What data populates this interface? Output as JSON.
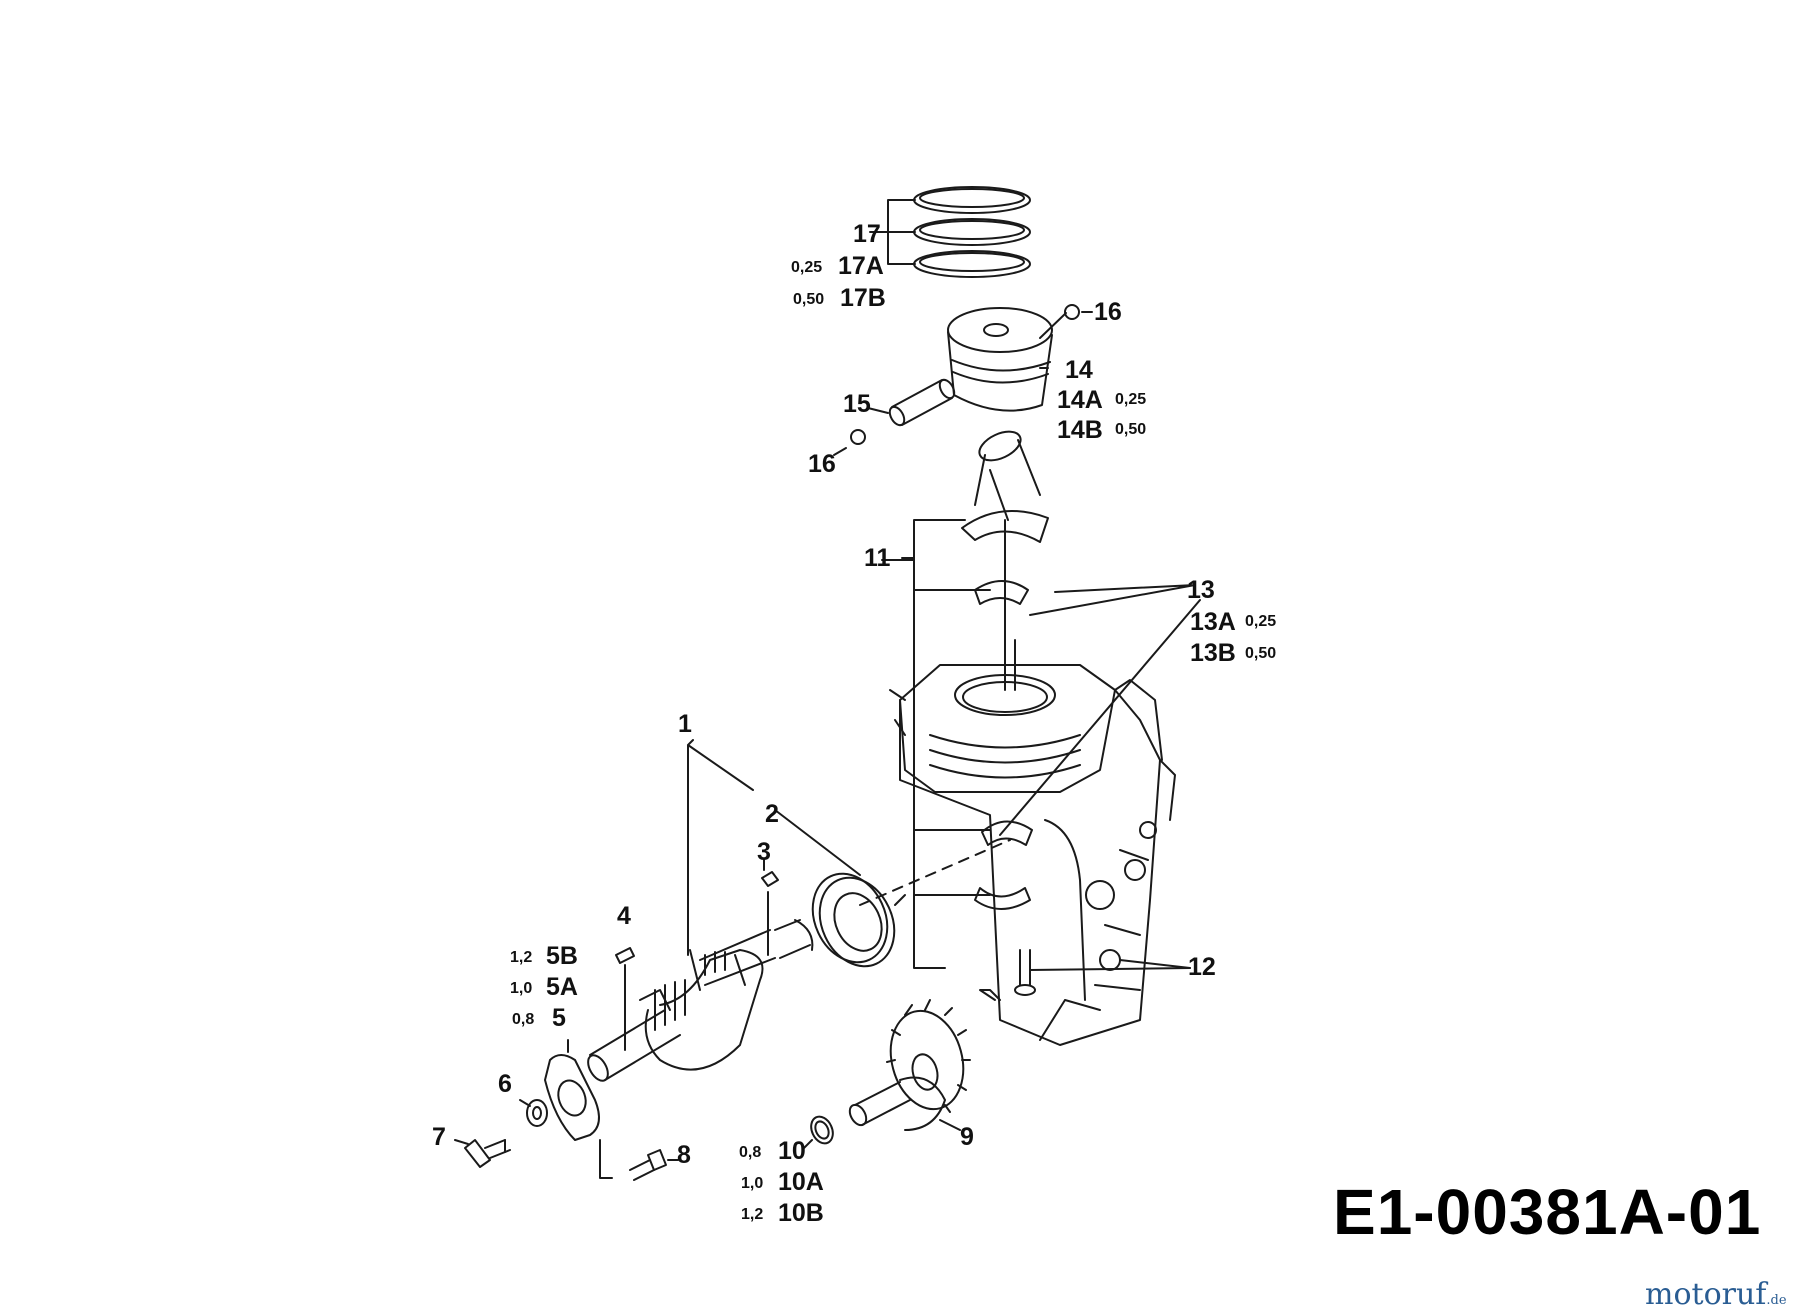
{
  "diagram": {
    "code": "E1-00381A-01",
    "watermark": {
      "name": "motoruf",
      "tld": ".de"
    },
    "labels": {
      "p1": "1",
      "p2": "2",
      "p3": "3",
      "p4": "4",
      "p5": "5",
      "p5A": "5A",
      "p5B": "5B",
      "p6": "6",
      "p7": "7",
      "p8": "8",
      "p9": "9",
      "p10": "10",
      "p10A": "10A",
      "p10B": "10B",
      "p11": "11",
      "p12": "12",
      "p13": "13",
      "p13A": "13A",
      "p13B": "13B",
      "p14": "14",
      "p14A": "14A",
      "p14B": "14B",
      "p15": "15",
      "p16a": "16",
      "p16b": "16",
      "p17": "17",
      "p17A": "17A",
      "p17B": "17B"
    },
    "sizes": {
      "s17A": "0,25",
      "s17B": "0,50",
      "s14A": "0,25",
      "s14B": "0,50",
      "s13A": "0,25",
      "s13B": "0,50",
      "s5B": "1,2",
      "s5A": "1,0",
      "s5": "0,8",
      "s10": "0,8",
      "s10A": "1,0",
      "s10B": "1,2"
    }
  }
}
